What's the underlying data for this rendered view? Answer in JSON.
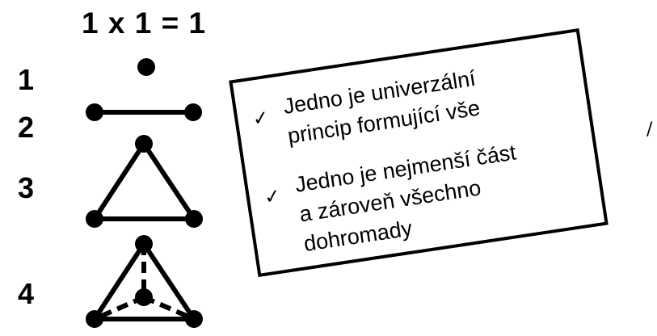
{
  "equation": "1 x 1 = 1",
  "row_numbers": [
    "1",
    "2",
    "3",
    "4"
  ],
  "note": {
    "check_glyph": "✓",
    "items": [
      {
        "line1": "Jedno je univerzální",
        "line2": "princip formující vše"
      },
      {
        "line1": "Jedno je nejmenší část",
        "line2": "a zároveň všechno",
        "line3": "dohromady"
      }
    ]
  },
  "edge_mark": "/",
  "colors": {
    "ink": "#000000",
    "background": "#ffffff"
  },
  "shapes": [
    "point",
    "line-segment",
    "triangle",
    "tetrahedron"
  ]
}
